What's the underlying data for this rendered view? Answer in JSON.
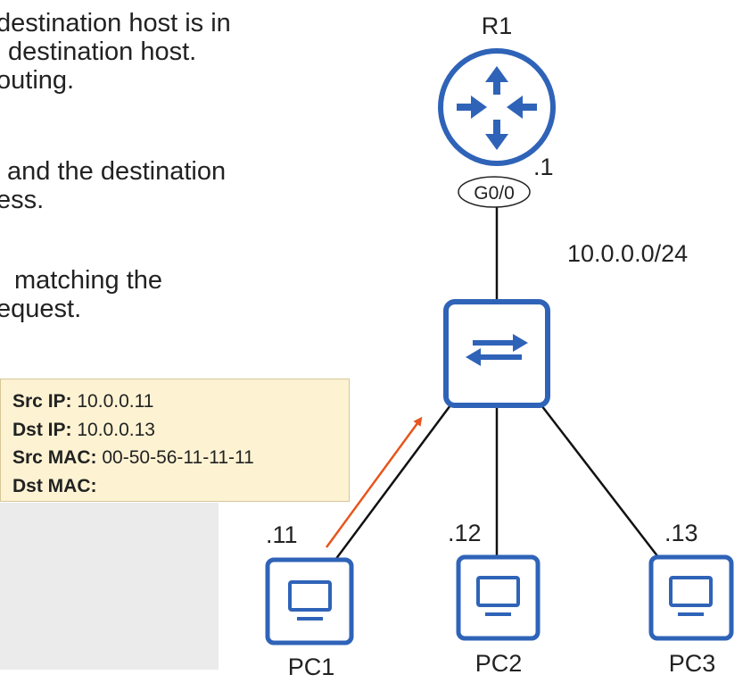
{
  "bullets": [
    {
      "lines": [
        "destination host is in",
        "destination host.",
        "outing."
      ]
    },
    {
      "lines": [
        "and the destination",
        "ess."
      ]
    },
    {
      "lines": [
        "matching the",
        "equest."
      ]
    }
  ],
  "packet": {
    "fields": [
      {
        "key": "Src IP:",
        "value": "10.0.0.11"
      },
      {
        "key": "Dst IP:",
        "value": "10.0.0.13"
      },
      {
        "key": "Src MAC:",
        "value": "00-50-56-11-11-11"
      },
      {
        "key": "Dst MAC:",
        "value": ""
      }
    ]
  },
  "topology": {
    "router": {
      "name": "R1",
      "interface": "G0/0",
      "ip_suffix": ".1"
    },
    "network": "10.0.0.0/24",
    "hosts": [
      {
        "name": "PC1",
        "ip_suffix": ".11"
      },
      {
        "name": "PC2",
        "ip_suffix": ".12"
      },
      {
        "name": "PC3",
        "ip_suffix": ".13"
      }
    ]
  },
  "colors": {
    "device_blue": "#2f63b8",
    "arrow_orange": "#e8541c",
    "box_fill": "#fdf3d3"
  }
}
